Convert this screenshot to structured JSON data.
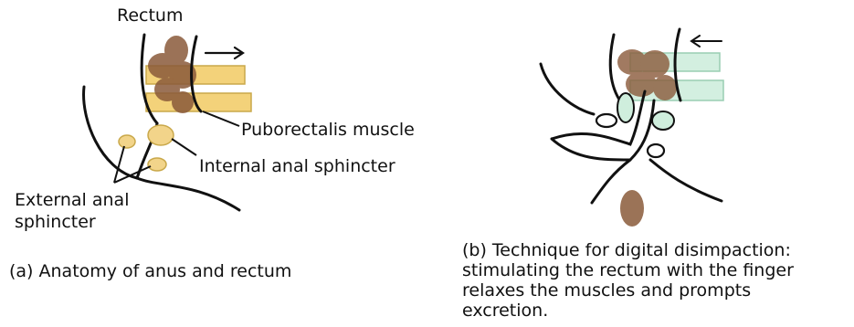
{
  "panel_a": {
    "labels": {
      "rectum": "Rectum",
      "puborectalis": "Puborectalis muscle",
      "internal_sphincter": "Internal anal sphincter",
      "external_sphincter_line1": "External anal",
      "external_sphincter_line2": "sphincter"
    },
    "caption": "(a) Anatomy of anus and rectum"
  },
  "panel_b": {
    "caption_lines": [
      "(b) Technique for digital disimpaction:",
      "stimulating the rectum with the finger",
      "relaxes the muscles and prompts",
      "excretion."
    ]
  },
  "colors": {
    "muscle_yellow": "#f3d27a",
    "sphincter_yellow": "#f2d48a",
    "stool_brown": "#8a5a3a",
    "relaxed_green": "#cfeedd",
    "outline": "#111111"
  }
}
